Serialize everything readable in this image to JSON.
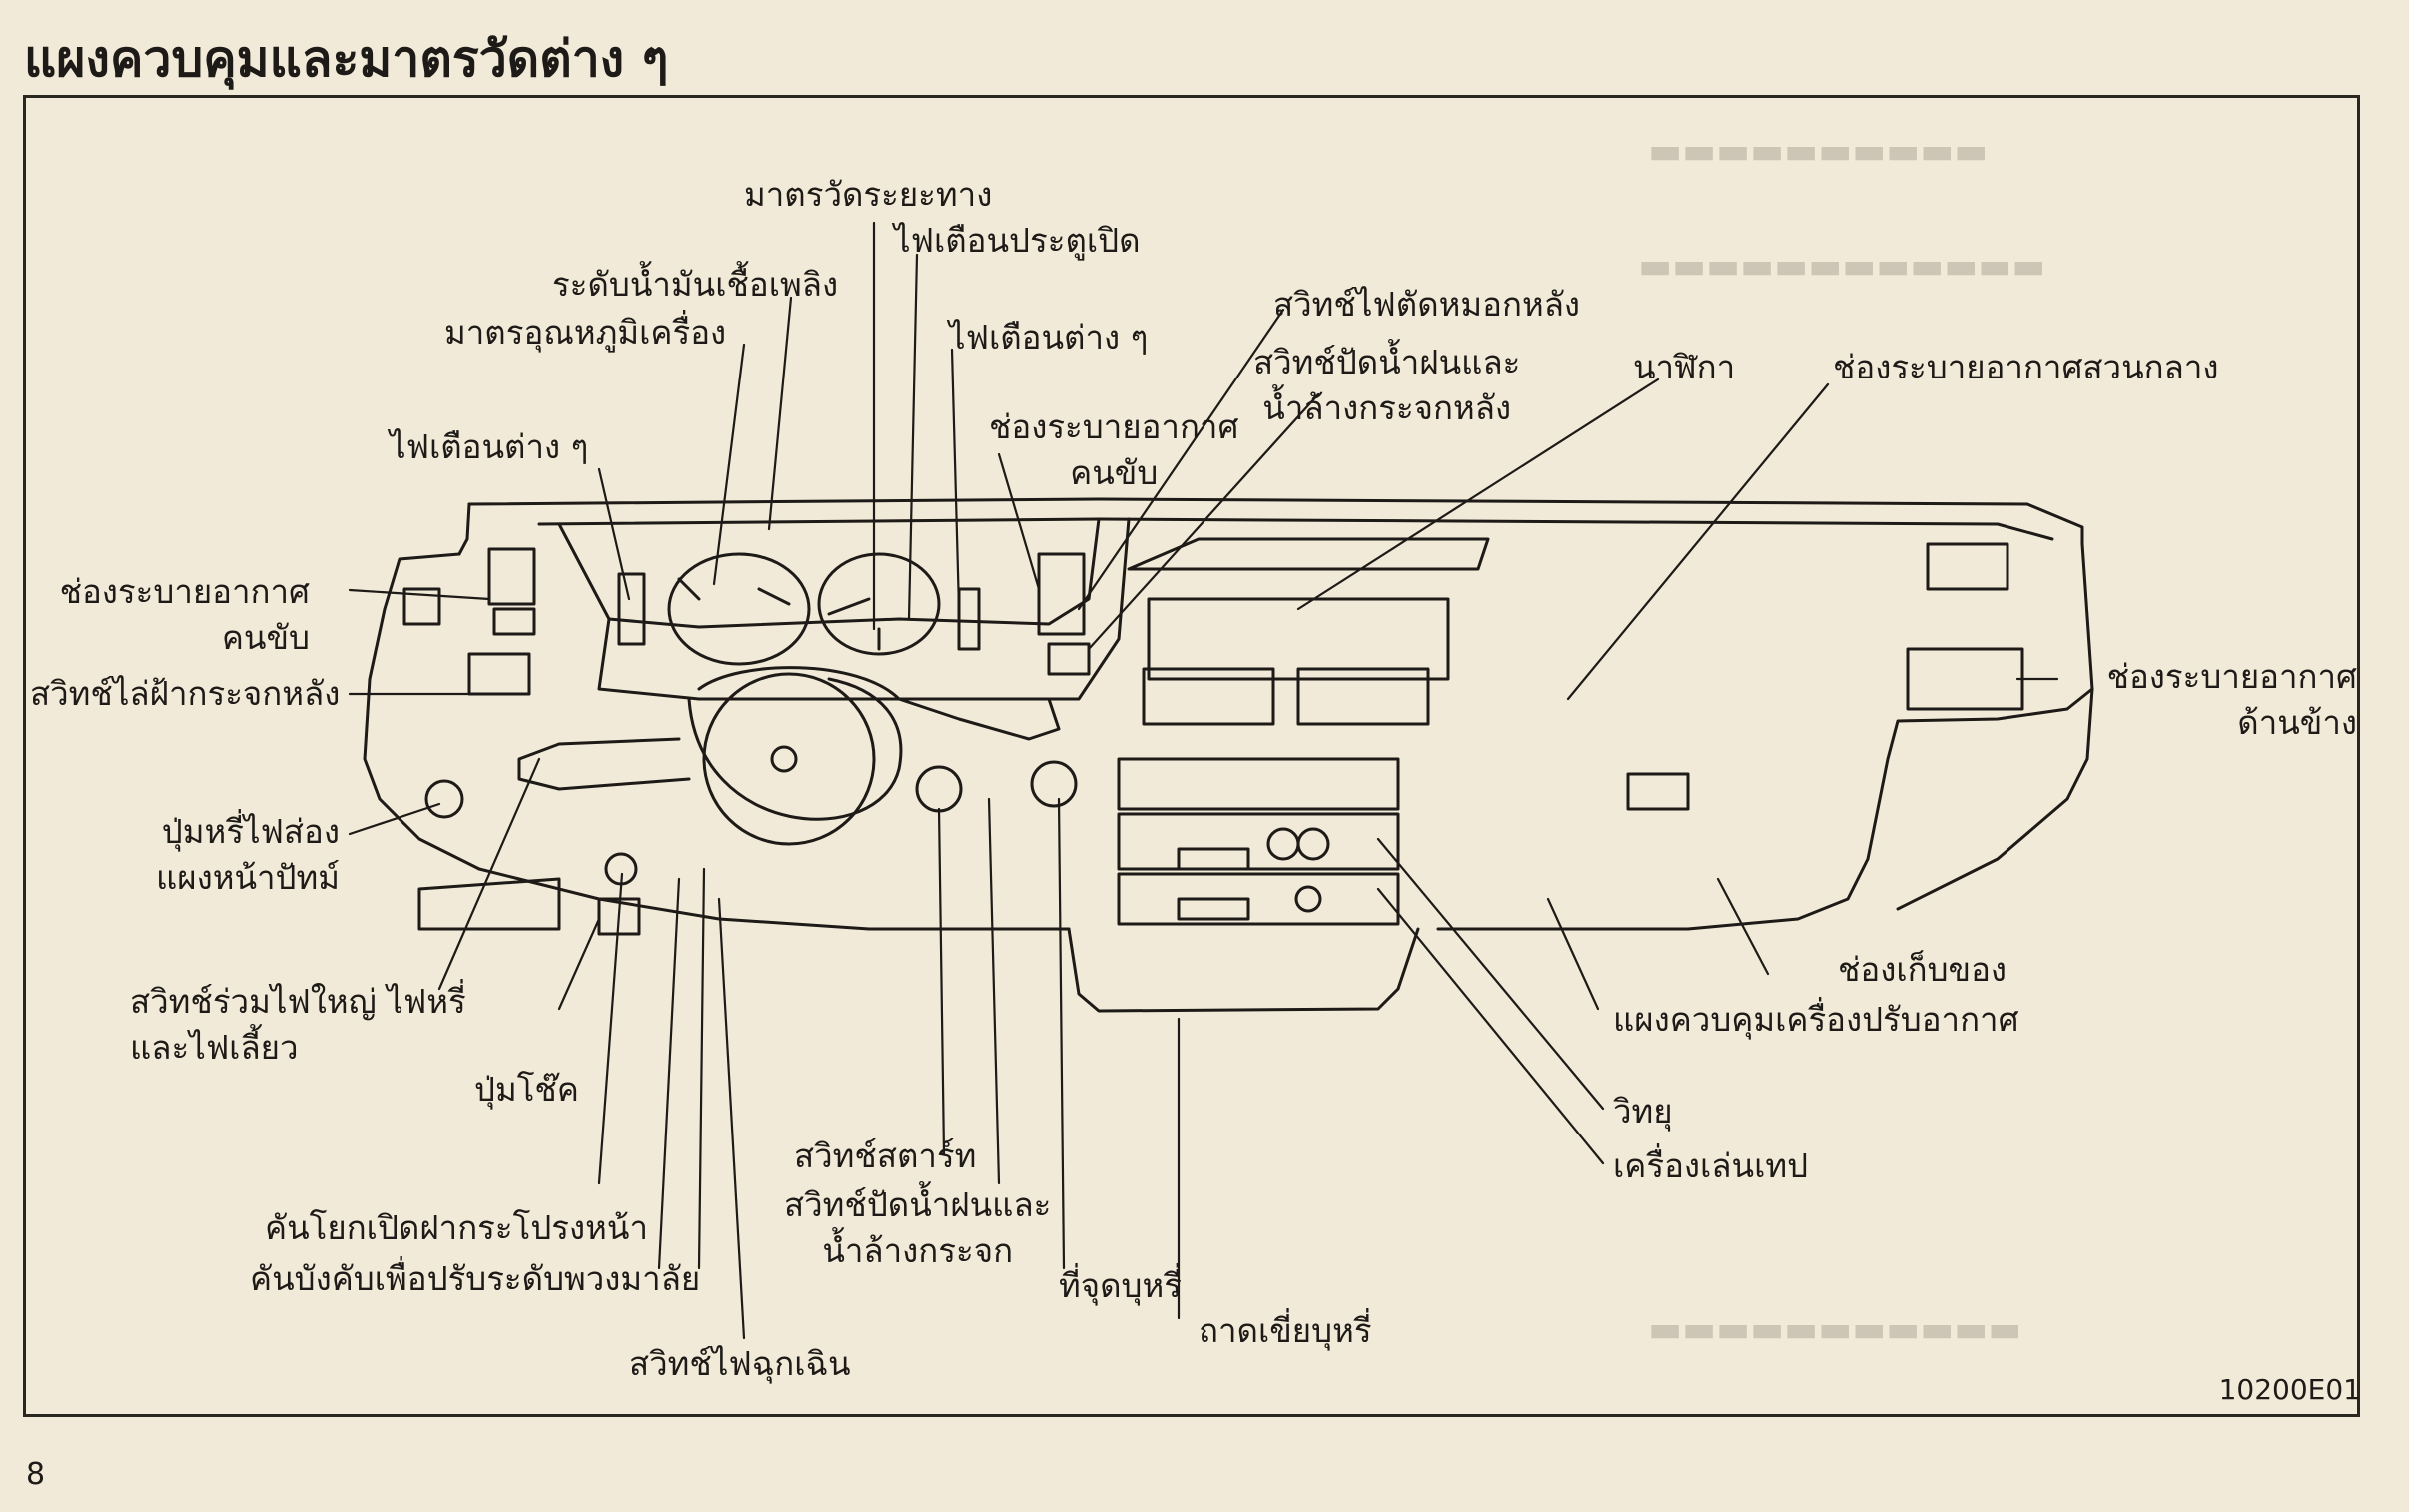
{
  "title": "แผงควบคุมและมาตรวัดต่าง ๆ",
  "figure_code": "10200E01",
  "page_number": "8",
  "labels": {
    "odometer": "มาตรวัดระยะทาง",
    "door_warning": "ไฟเตือนประตูเปิด",
    "fuel_gauge": "ระดับน้ำมันเชื้อเพลิง",
    "temp_gauge": "มาตรอุณหภูมิเครื่อง",
    "warning_lights_mid": "ไฟเตือนต่าง ๆ",
    "warning_lights_left": "ไฟเตือนต่าง ๆ",
    "rear_fog": "สวิทช์ไฟตัดหมอกหลัง",
    "rear_wiper_1": "สวิทช์ปัดน้ำฝนและ",
    "rear_wiper_2": "น้ำล้างกระจกหลัง",
    "driver_vent_r_1": "ช่องระบายอากาศ",
    "driver_vent_r_2": "คนขับ",
    "clock": "นาฬิกา",
    "center_vent": "ช่องระบายอากาศสวนกลาง",
    "driver_vent_l_1": "ช่องระบายอากาศ",
    "driver_vent_l_2": "คนขับ",
    "defogger": "สวิทช์ไล่ฝ้ากระจกหลัง",
    "side_vent_1": "ช่องระบายอากาศ",
    "side_vent_2": "ด้านข้าง",
    "dimmer_1": "ปุ่มหรี่ไฟส่อง",
    "dimmer_2": "แผงหน้าปัทม์",
    "glovebox": "ช่องเก็บของ",
    "headlight_1": "สวิทช์ร่วมไฟใหญ่  ไฟหรี่",
    "headlight_2": "และไฟเลี้ยว",
    "ac_panel": "แผงควบคุมเครื่องปรับอากาศ",
    "choke": "ปุ่มโช๊ค",
    "radio": "วิทยุ",
    "tape": "เครื่องเล่นเทป",
    "starter": "สวิทช์สตาร์ท",
    "wiper_1": "สวิทช์ปัดน้ำฝนและ",
    "wiper_2": "น้ำล้างกระจก",
    "hood_release": "คันโยกเปิดฝากระโปรงหน้า",
    "tilt_lever": "คันบังคับเพื่อปรับระดับพวงมาลัย",
    "lighter": "ที่จุดบุหรี่",
    "ashtray": "ถาดเขี่ยบุหรี่",
    "hazard": "สวิทช์ไฟฉุกเฉิน"
  }
}
